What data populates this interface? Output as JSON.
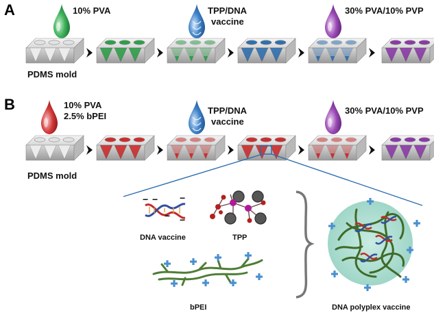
{
  "panel_a": {
    "letter": "A",
    "drop1_label": "10% PVA",
    "drop2_line1": "TPP/DNA",
    "drop2_line2": "vaccine",
    "drop3_label": "30% PVA/10% PVP",
    "mold_label": "PDMS mold",
    "drop_colors": [
      "#2e9e4a",
      "#2f6fb0",
      "#8a3aa6"
    ]
  },
  "panel_b": {
    "letter": "B",
    "drop1_line1": "10% PVA",
    "drop1_line2": "2.5% bPEI",
    "drop2_line1": "TPP/DNA",
    "drop2_line2": "vaccine",
    "drop3_label": "30% PVA/10% PVP",
    "mold_label": "PDMS mold",
    "drop_colors": [
      "#cc2d2d",
      "#2f6fb0",
      "#8a3aa6"
    ]
  },
  "detail": {
    "dna_label": "DNA vaccine",
    "tpp_label": "TPP",
    "bpei_label": "bPEI",
    "polyplex_label": "DNA polyplex vaccine",
    "minus_sign": "−",
    "plus_sign": "+"
  }
}
